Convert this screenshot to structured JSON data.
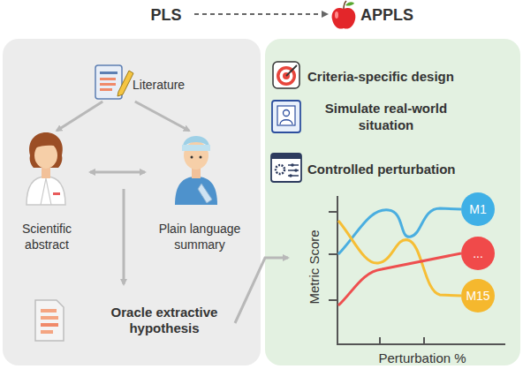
{
  "diagram": {
    "nodes": [
      {
        "text": [
          "PLS"
        ]
      },
      {
        "text": [
          "APPLS"
        ]
      },
      {
        "text": [
          "Literature"
        ]
      },
      {
        "text": [
          "Scientific abstract"
        ]
      },
      {
        "text": [
          "Plain language summary"
        ]
      },
      {
        "text": [
          "Oracle extractive hypothesis"
        ]
      },
      {
        "text": [
          "M1"
        ]
      },
      {
        "text": [
          "..."
        ]
      },
      {
        "text": [
          "M15"
        ]
      }
    ],
    "edges": [
      {
        "from": 0,
        "to": 1,
        "arrow": "to"
      },
      {
        "from": 2,
        "to": 3,
        "arrow": "to"
      },
      {
        "from": 2,
        "to": 4,
        "arrow": "to"
      },
      {
        "from": 3,
        "to": 4,
        "arrow": "both"
      }
    ],
    "labels": [
      "Criteria-specific design",
      "Simulate real-world situation",
      "Controlled perturbation",
      "Metric Score",
      "Perturbation %"
    ]
  }
}
